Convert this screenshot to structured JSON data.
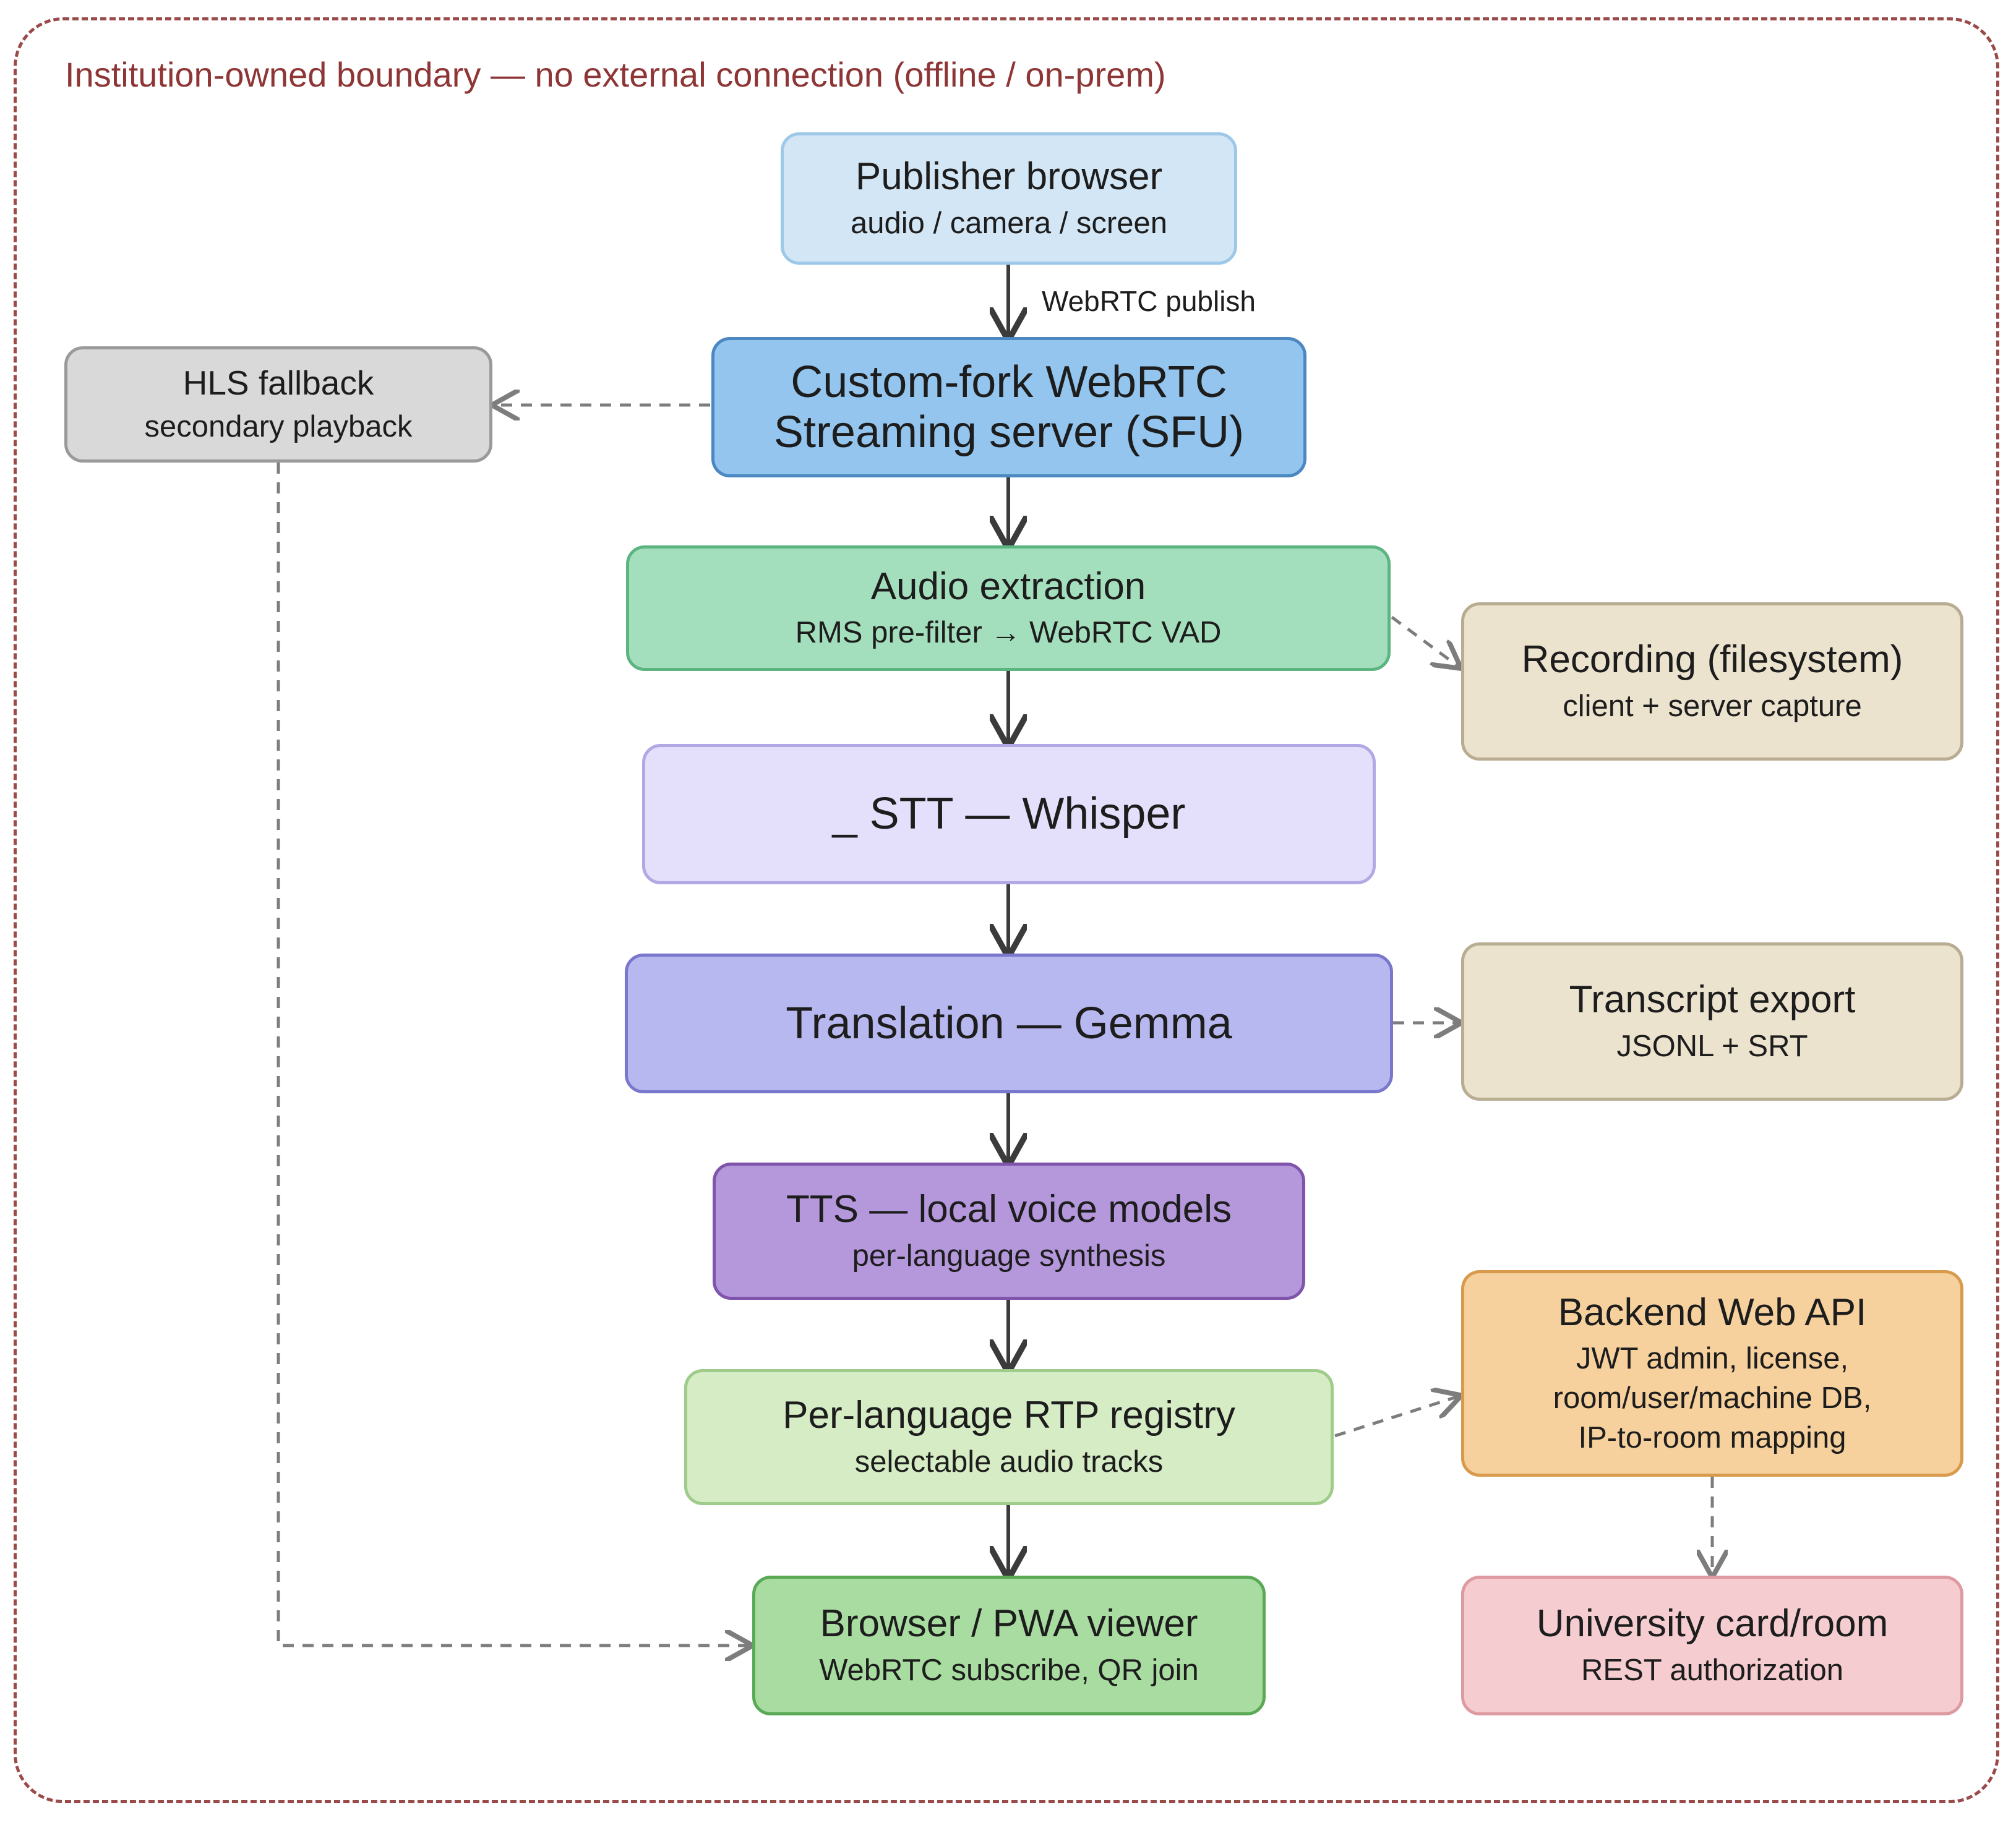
{
  "boundary": {
    "title": "Institution-owned boundary — no external connection (offline / on-prem)",
    "color": "#9b4a4a"
  },
  "nodes": {
    "publisher": {
      "title": "Publisher browser",
      "subtitle": "audio / camera / screen"
    },
    "sfu": {
      "title_line1": "Custom-fork WebRTC",
      "title_line2": "Streaming server (SFU)"
    },
    "hls": {
      "title": "HLS fallback",
      "subtitle": "secondary playback"
    },
    "audio": {
      "title": "Audio extraction",
      "subtitle": "RMS pre-filter → WebRTC VAD"
    },
    "recording": {
      "title": "Recording (filesystem)",
      "subtitle": "client + server capture"
    },
    "stt": {
      "title": "_ STT — Whisper"
    },
    "translation": {
      "title": "Translation — Gemma"
    },
    "transcript": {
      "title": "Transcript export",
      "subtitle": "JSONL + SRT"
    },
    "tts": {
      "title": "TTS — local voice models",
      "subtitle": "per-language synthesis"
    },
    "backend": {
      "title": "Backend Web API",
      "line1": "JWT admin, license,",
      "line2": "room/user/machine DB,",
      "line3": "IP-to-room mapping"
    },
    "rtp": {
      "title": "Per-language RTP registry",
      "subtitle": "selectable audio tracks"
    },
    "viewer": {
      "title": "Browser / PWA viewer",
      "subtitle": "WebRTC subscribe, QR join"
    },
    "university": {
      "title": "University card/room",
      "subtitle": "REST authorization"
    }
  },
  "edge_labels": {
    "publish": "WebRTC publish"
  },
  "colors": {
    "publisher": "#d3e6f6",
    "sfu": "#93c5ee",
    "hls": "#d9d9d9",
    "audio": "#a4dfbd",
    "recording": "#ece3cf",
    "stt": "#e4e0fb",
    "translation": "#b8b8f1",
    "transcript": "#ece3cf",
    "tts": "#b598dc",
    "backend": "#f6d19d",
    "rtp": "#d5ecc5",
    "viewer": "#a8dca0",
    "university": "#f5cdd1"
  }
}
